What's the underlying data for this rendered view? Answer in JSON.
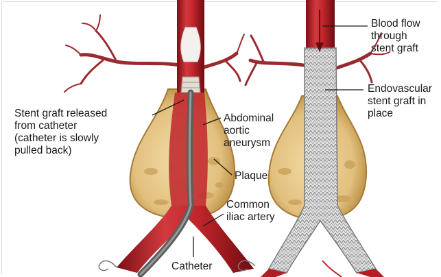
{
  "labels": {
    "stent_released": "Stent graft released\nfrom catheter\n(catheter is slowly\npulled back)",
    "aneurysm": "Abdominal\naortic\naneurysm",
    "plaque": "Plaque",
    "iliac": "Common\niliac artery",
    "catheter": "Catheter",
    "blood_flow": "Blood flow\nthrough\nstent graft",
    "endovascular": "Endovascular\nstent graft in\nplace"
  },
  "colors": {
    "artery": "#c0242b",
    "artery_dark": "#8e1418",
    "aneurysm_fill": "#e7c98a",
    "aneurysm_edge": "#b88a3e",
    "catheter": "#6b6b6b",
    "stent": "#dcdcdc",
    "branch": "#9a2a2f"
  }
}
